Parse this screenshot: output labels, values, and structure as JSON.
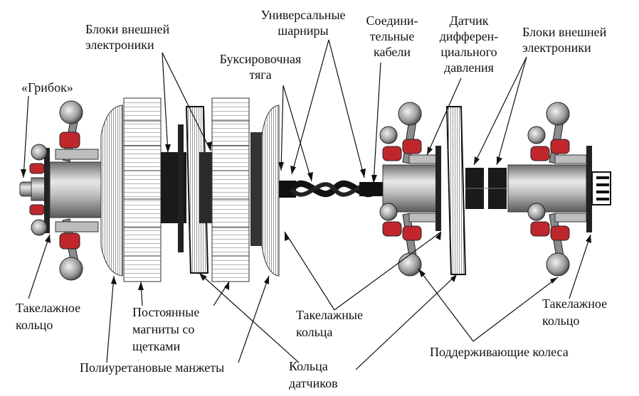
{
  "labels": {
    "mushroom": "«Грибок»",
    "electronics_left_1": "Блоки внешней",
    "electronics_left_2": "электроники",
    "tow_bar_1": "Буксировочная",
    "tow_bar_2": "тяга",
    "universal_joints_1": "Универсальные",
    "universal_joints_2": "шарниры",
    "cables_1": "Соедини-",
    "cables_2": "тельные",
    "cables_3": "кабели",
    "diff_pressure_1": "Датчик",
    "diff_pressure_2": "дифферен-",
    "diff_pressure_3": "циального",
    "diff_pressure_4": "давления",
    "electronics_right_1": "Блоки внешней",
    "electronics_right_2": "электроники",
    "rigging_left_1": "Такелажное",
    "rigging_left_2": "кольцо",
    "magnets_1": "Постоянные",
    "magnets_2": "магниты со",
    "magnets_3": "щетками",
    "poly_cuffs": "Полиуретановые манжеты",
    "rigging_mid_1": "Такелажные",
    "rigging_mid_2": "кольца",
    "sensor_rings_1": "Кольца",
    "sensor_rings_2": "датчиков",
    "support_wheels": "Поддерживающие колеса",
    "rigging_right_1": "Такелажное",
    "rigging_right_2": "кольцо"
  },
  "colors": {
    "accent_red": "#c0272d",
    "body_gray": "#8a8a8a",
    "dark": "#1a1a1a"
  }
}
